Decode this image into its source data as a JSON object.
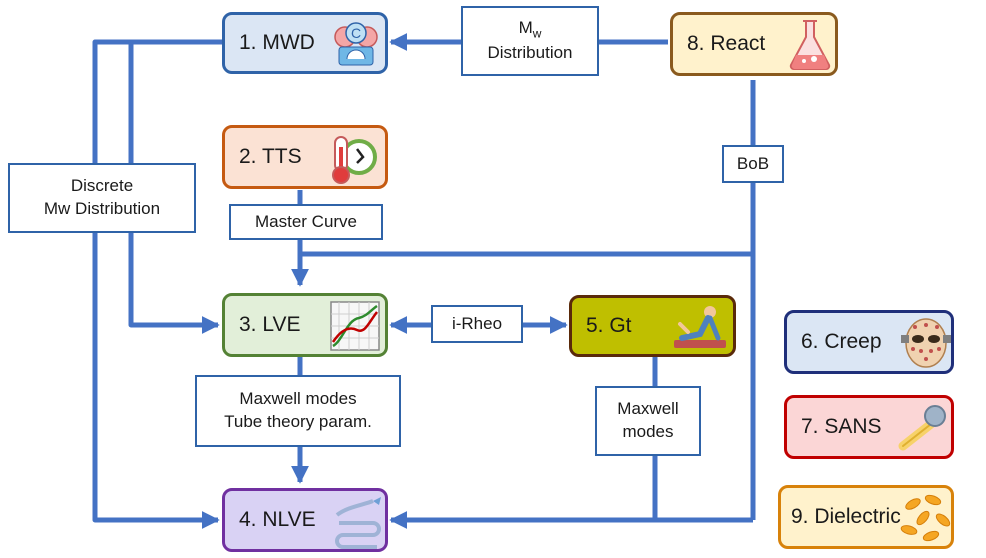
{
  "modules": {
    "mwd": {
      "label": "1. MWD",
      "icon": "balance-scale-icon",
      "fill": "#dbe6f4",
      "border": "#2f63a8"
    },
    "tts": {
      "label": "2. TTS",
      "icon": "thermometer-clock-icon",
      "fill": "#fbe2d4",
      "border": "#c55a11"
    },
    "lve": {
      "label": "3. LVE",
      "icon": "curve-plot-icon",
      "fill": "#e2efd9",
      "border": "#548235"
    },
    "nlve": {
      "label": "4. NLVE",
      "icon": "pipe-icon",
      "fill": "#d9d2f4",
      "border": "#7030a0"
    },
    "gt": {
      "label": "5. Gt",
      "icon": "yoga-person-icon",
      "fill": "#bfbf00",
      "border": "#5a2a0a"
    },
    "creep": {
      "label": "6. Creep",
      "icon": "hockey-mask-icon",
      "fill": "#dbe6f4",
      "border": "#1f2f7a"
    },
    "sans": {
      "label": "7. SANS",
      "icon": "pin-icon",
      "fill": "#fbd6d6",
      "border": "#c00000"
    },
    "react": {
      "label": "8. React",
      "icon": "flask-icon",
      "fill": "#fff2cc",
      "border": "#8a5a1e"
    },
    "dielectric": {
      "label": "9. Dielectric",
      "icon": "pills-icon",
      "fill": "#fff2cc",
      "border": "#d8820a"
    }
  },
  "links": {
    "mw_dist": {
      "m": "M",
      "sub": "w",
      "line2": "Distribution"
    },
    "discrete": {
      "line1": "Discrete",
      "line2": "Mw Distribution"
    },
    "master_curve": "Master Curve",
    "bob": "BoB",
    "irheo": "i-Rheo",
    "maxwell_tube": {
      "line1": "Maxwell modes",
      "line2": "Tube theory param."
    },
    "maxwell": {
      "line1": "Maxwell",
      "line2": "modes"
    }
  },
  "colors": {
    "connector": "#4472c4",
    "tag_border": "#2f63a8"
  }
}
